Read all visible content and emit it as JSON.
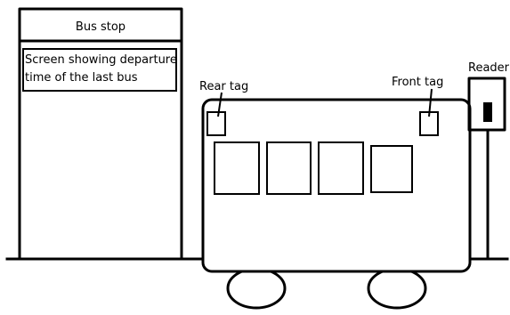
{
  "diagram": {
    "bus_stop_label": "Bus stop",
    "screen_text_line1": "Screen showing departure",
    "screen_text_line2": "time of the last bus",
    "rear_tag_label": "Rear tag",
    "front_tag_label": "Front tag",
    "reader_label": "Reader"
  },
  "colors": {
    "stroke": "#000000",
    "background": "#ffffff"
  }
}
